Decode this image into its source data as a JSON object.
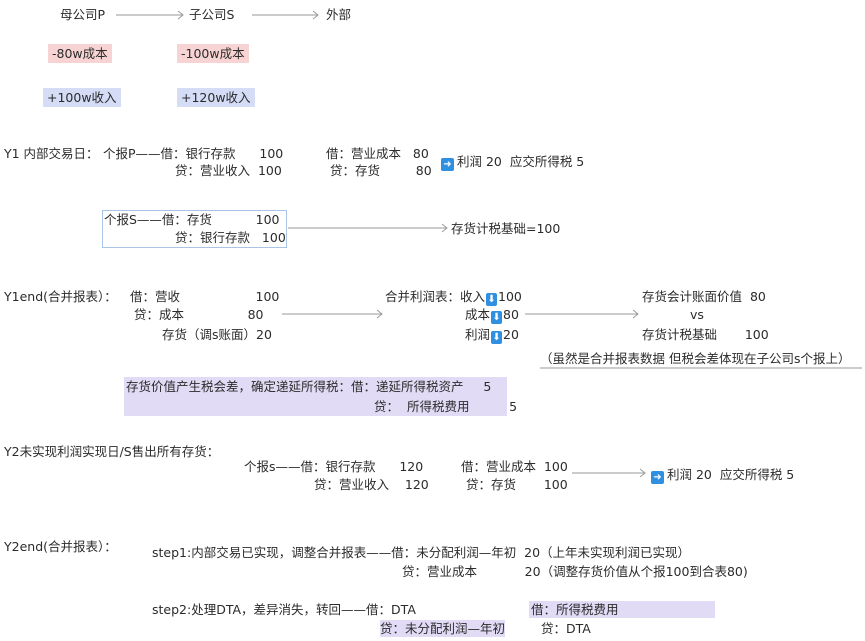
{
  "flow": {
    "parent": "母公司P",
    "sub": "子公司S",
    "outside": "外部"
  },
  "cost_p": "-80w成本",
  "cost_s": "-100w成本",
  "rev_p": "+100w收入",
  "rev_s": "+120w收入",
  "y1": {
    "title": "Y1 内部交易日：",
    "p_l1": "个报P——借：银行存款      100",
    "p_l2": "贷：营业收入  100",
    "p_r1": "借：营业成本   80",
    "p_r2": "贷：存货         80",
    "p_result": "利润 20  应交所得税 5",
    "s_l1": "个报S——借：存货           100",
    "s_l2": "贷：银行存款   100",
    "s_result": "存货计税基础=100"
  },
  "y1end": {
    "title": "Y1end(合并报表）：",
    "a1": "借：营收                   100",
    "a2": "贷：成本                80",
    "a3": "存货（调s账面）20",
    "ci_label": "合并利润表：收入",
    "ci_rev": "100",
    "ci_cost_label": "成本",
    "ci_cost": "80",
    "ci_profit_label": "利润",
    "ci_profit": "20",
    "cmp1": "存货会计账面价值  80",
    "cmp2": "vs",
    "cmp3": "存货计税基础       100",
    "note": "（虽然是合并报表数据 但税会差体现在子公司s个报上）",
    "dta1": "存货价值产生税会差，确定递延所得税：借：递延所得税资产     5",
    "dta2": "贷：  所得税费用          5"
  },
  "y2": {
    "title": "Y2未实现利润实现日/S售出所有存货：",
    "l1": "个报s——借：银行存款      120",
    "l2": "贷：营业收入    120",
    "r1": "借：营业成本  100",
    "r2": "贷：存货       100",
    "result": "利润 20  应交所得税 5"
  },
  "y2end": {
    "title": "Y2end(合并报表）：",
    "s1a": "step1:内部交易已实现，调整合并报表——借：未分配利润—年初  20（上年未实现利润已实现）",
    "s1b": "贷：营业成本            20（调整存货价值从个报100到合表80)",
    "s2a": "step2:处理DTA，差异消失，转回——借：DTA",
    "s2b": "贷：未分配利润—年初",
    "s2c": "借：所得税费用",
    "s2d": "贷：DTA"
  }
}
